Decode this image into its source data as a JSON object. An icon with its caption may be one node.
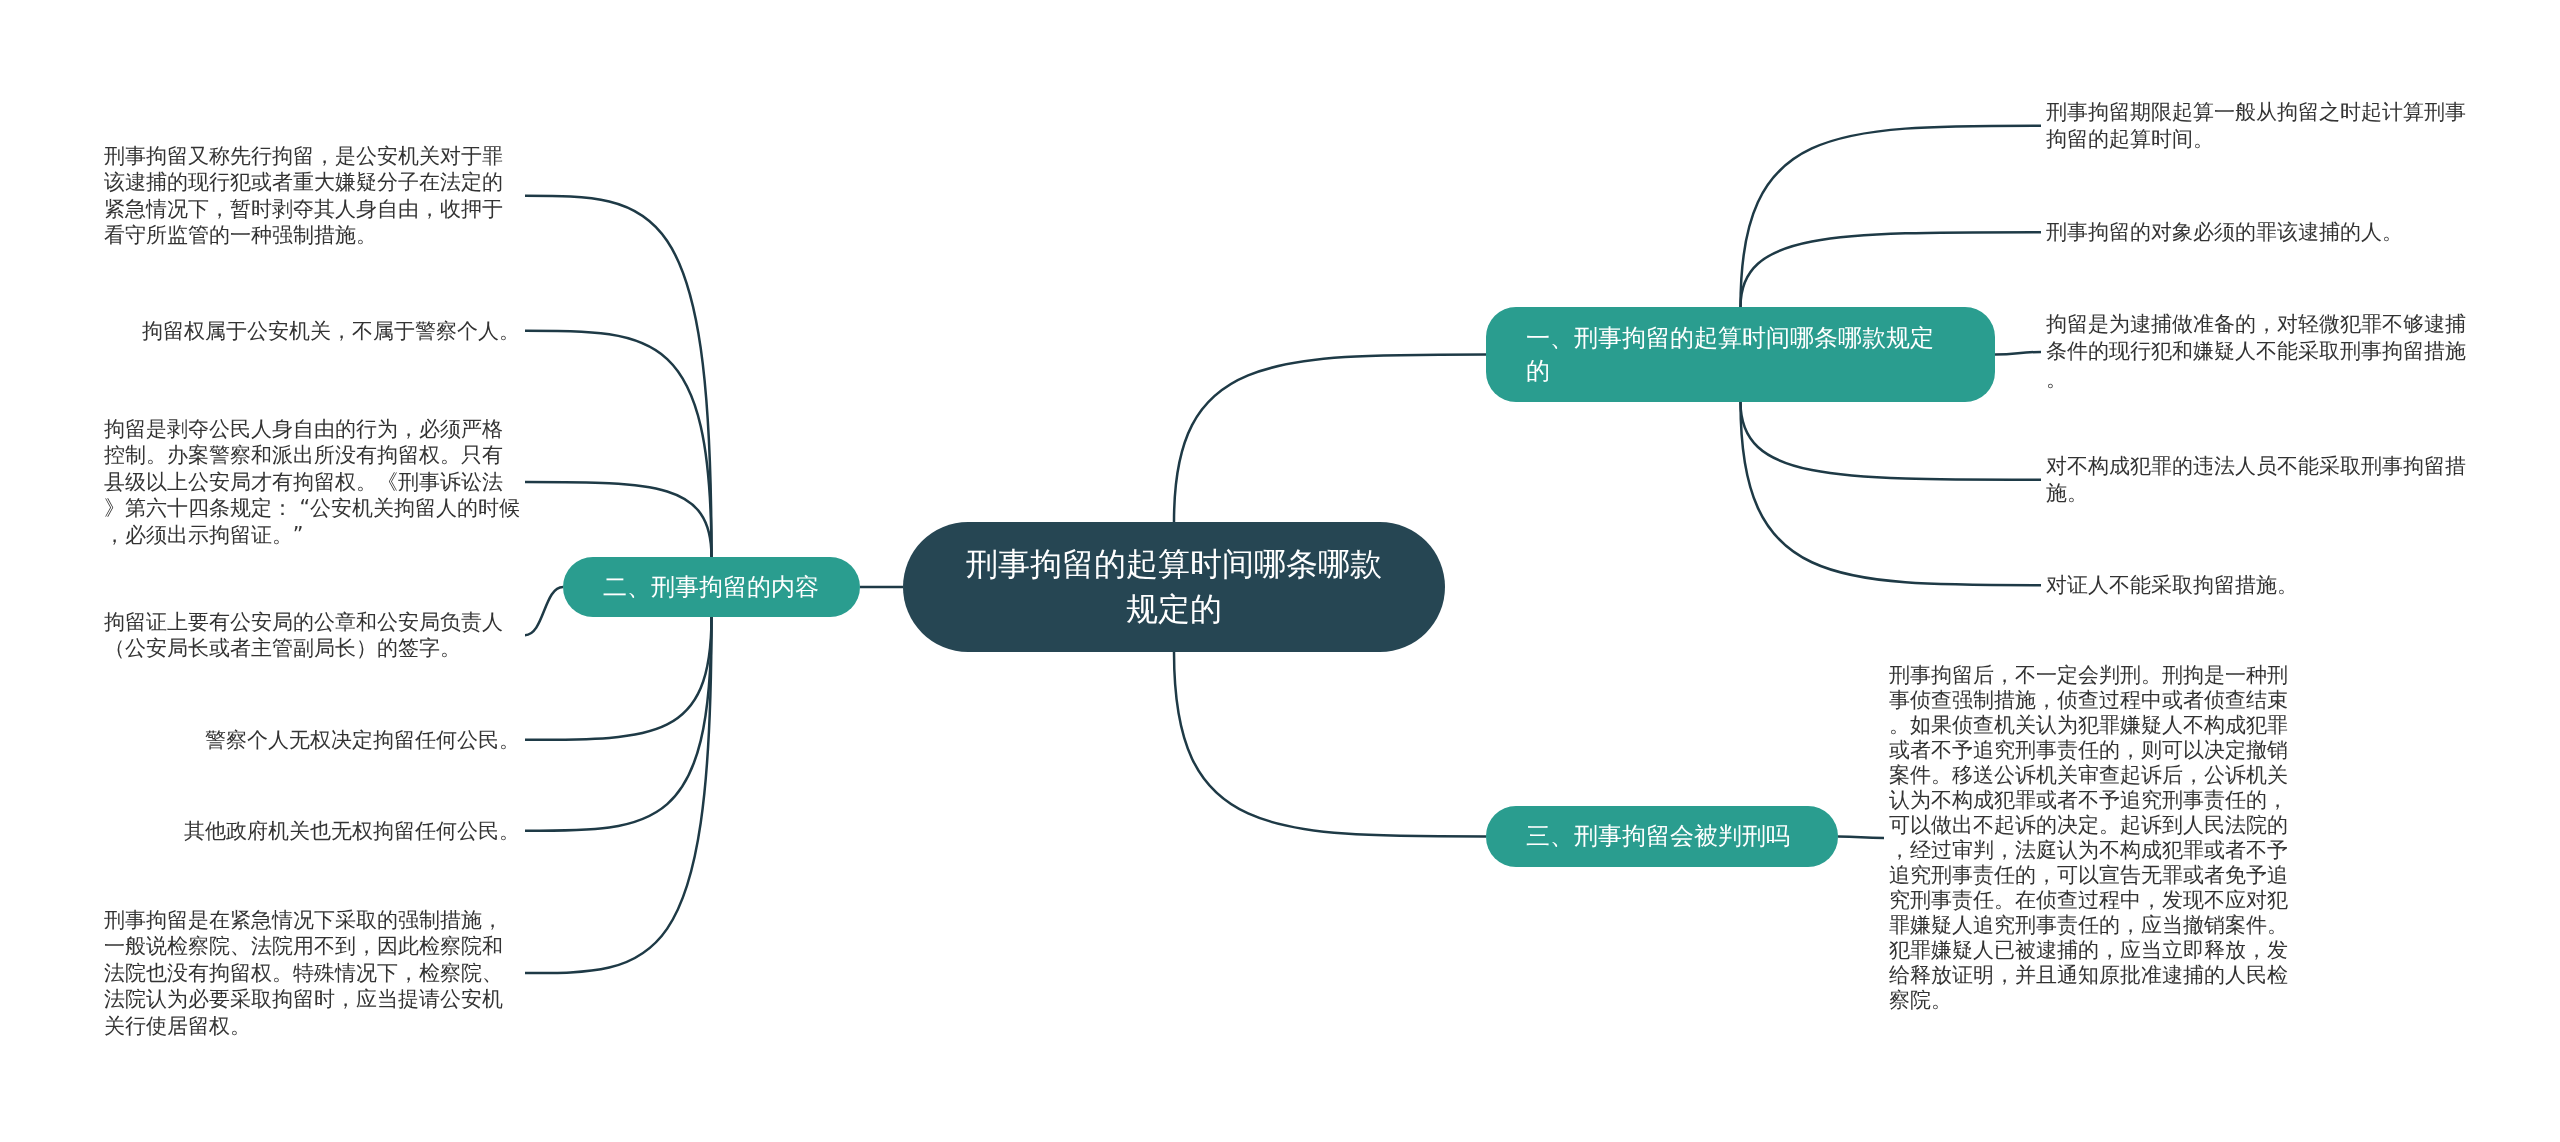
{
  "diagram": {
    "nodes": [
      {
        "text": [
          "刑事拘留的起算时间哪条哪款规定的"
        ]
      },
      {
        "text": [
          "一、刑事拘留的起算时间哪条哪款规定的"
        ]
      },
      {
        "text": [
          "刑事拘留期限起算一般从拘留之时起计算刑事拘留的起算时间。"
        ]
      },
      {
        "text": [
          "刑事拘留的对象必须的罪该逮捕的人。"
        ]
      },
      {
        "text": [
          "拘留是为逮捕做准备的，对轻微犯罪不够逮捕条件的现行犯和嫌疑人不能采取刑事拘留措施。"
        ]
      },
      {
        "text": [
          "对不构成犯罪的违法人员不能采取刑事拘留措施。"
        ]
      },
      {
        "text": [
          "对证人不能采取拘留措施。"
        ]
      },
      {
        "text": [
          "二、刑事拘留的内容"
        ]
      },
      {
        "text": [
          "刑事拘留又称先行拘留，是公安机关对于罪该逮捕的现行犯或者重大嫌疑分子在法定的紧急情况下，暂时剥夺其人身自由，收押于看守所监管的一种强制措施。"
        ]
      },
      {
        "text": [
          "拘留权属于公安机关，不属于警察个人。"
        ]
      },
      {
        "text": [
          "拘留是剥夺公民人身自由的行为，必须严格控制。办案警察和派出所没有拘留权。只有县级以上公安局才有拘留权。《刑事诉讼法》第六十四条规定： “公安机关拘留人的时候，必须出示拘留证。”"
        ]
      },
      {
        "text": [
          "拘留证上要有公安局的公章和公安局负责人（公安局长或者主管副局长）的签字。"
        ]
      },
      {
        "text": [
          "警察个人无权决定拘留任何公民。"
        ]
      },
      {
        "text": [
          "其他政府机关也无权拘留任何公民。"
        ]
      },
      {
        "text": [
          "刑事拘留是在紧急情况下采取的强制措施，一般说检察院、法院用不到，因此检察院和法院也没有拘留权。特殊情况下，检察院、法院认为必要采取拘留时，应当提请公安机关行使居留权。"
        ]
      },
      {
        "text": [
          "三、刑事拘留会被判刑吗"
        ]
      },
      {
        "text": [
          "刑事拘留后，不一定会判刑。刑拘是一种刑事侦查强制措施，侦查过程中或者侦查结束。如果侦查机关认为犯罪嫌疑人不构成犯罪或者不予追究刑事责任的，则可以决定撤销案件。移送公诉机关审查起诉后，公诉机关认为不构成犯罪或者不予追究刑事责任的，可以做出不起诉的决定。起诉到人民法院的，经过审判，法庭认为不构成犯罪或者不予追究刑事责任的，可以宣告无罪或者免予追究刑事责任。在侦查过程中，发现不应对犯罪嫌疑人追究刑事责任的，应当撤销案件。犯罪嫌疑人已被逮捕的，应当立即释放，发给释放证明，并且通知原批准逮捕的人民检察院。"
        ]
      }
    ],
    "edges": [
      {
        "from": 0,
        "to": 1,
        "arrow": "none"
      },
      {
        "from": 1,
        "to": 2,
        "arrow": "none"
      },
      {
        "from": 1,
        "to": 3,
        "arrow": "none"
      },
      {
        "from": 1,
        "to": 4,
        "arrow": "none"
      },
      {
        "from": 1,
        "to": 5,
        "arrow": "none"
      },
      {
        "from": 1,
        "to": 6,
        "arrow": "none"
      },
      {
        "from": 0,
        "to": 7,
        "arrow": "none"
      },
      {
        "from": 7,
        "to": 8,
        "arrow": "none"
      },
      {
        "from": 7,
        "to": 9,
        "arrow": "none"
      },
      {
        "from": 7,
        "to": 10,
        "arrow": "none"
      },
      {
        "from": 7,
        "to": 11,
        "arrow": "none"
      },
      {
        "from": 7,
        "to": 12,
        "arrow": "none"
      },
      {
        "from": 7,
        "to": 13,
        "arrow": "none"
      },
      {
        "from": 7,
        "to": 14,
        "arrow": "none"
      },
      {
        "from": 0,
        "to": 15,
        "arrow": "none"
      },
      {
        "from": 15,
        "to": 16,
        "arrow": "none"
      }
    ]
  }
}
